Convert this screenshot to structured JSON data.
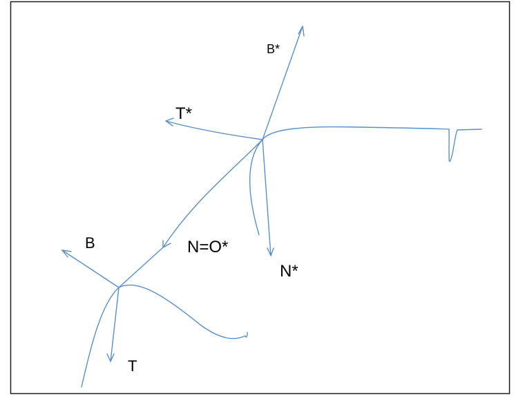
{
  "labels": {
    "b_star": "B*",
    "t_star": "T*",
    "n_star": "N*",
    "n_eq_o_star": "N=O*",
    "b": "B",
    "t": "T"
  },
  "colors": {
    "stroke": "#5b8fc4",
    "border": "#1a1a1a",
    "text": "#000000",
    "background": "#ffffff"
  }
}
